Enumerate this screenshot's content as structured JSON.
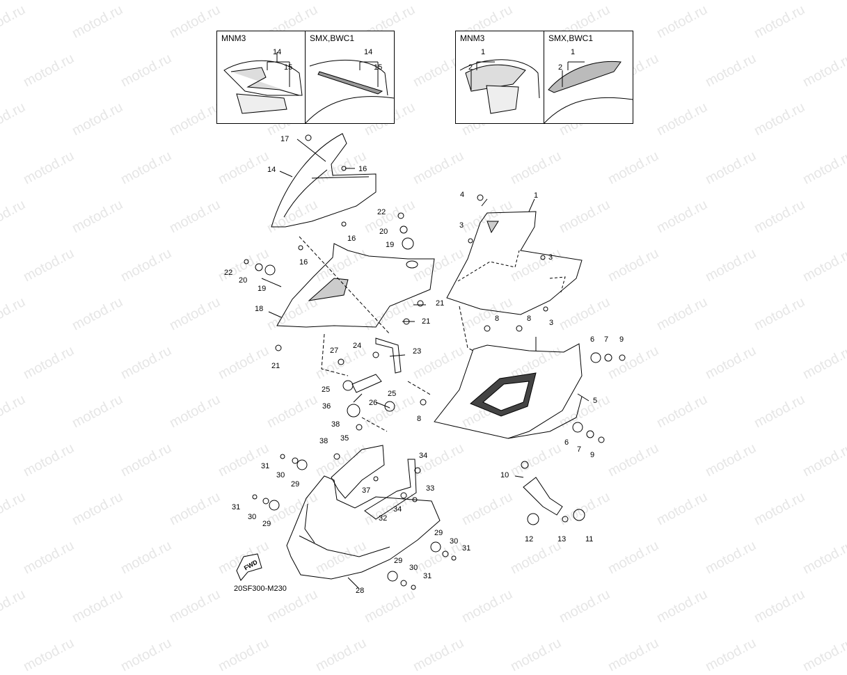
{
  "watermark": "motod.ru",
  "diagram_code": "20SF300-M230",
  "fwd_label": "FWD",
  "insets": [
    {
      "left": "MNM3",
      "right": "SMX,BWC1",
      "labels": [
        "14",
        "15",
        "14",
        "15"
      ]
    },
    {
      "left": "MNM3",
      "right": "SMX,BWC1",
      "labels": [
        "1",
        "2",
        "1",
        "2"
      ]
    }
  ],
  "callouts": {
    "c1": "1",
    "c2": "2",
    "c3": "3",
    "c4": "4",
    "c5": "5",
    "c6": "6",
    "c7": "7",
    "c8": "8",
    "c9": "9",
    "c10": "10",
    "c11": "11",
    "c12": "12",
    "c13": "13",
    "c14": "14",
    "c15": "15",
    "c16": "16",
    "c17": "17",
    "c18": "18",
    "c19": "19",
    "c20": "20",
    "c21": "21",
    "c22": "22",
    "c23": "23",
    "c24": "24",
    "c25": "25",
    "c26": "26",
    "c27": "27",
    "c28": "28",
    "c29": "29",
    "c30": "30",
    "c31": "31",
    "c32": "32",
    "c33": "33",
    "c34": "34",
    "c35": "35",
    "c36": "36",
    "c37": "37",
    "c38": "38"
  },
  "colors": {
    "line": "#000000",
    "watermark": "#e6e6e6",
    "background": "#ffffff"
  }
}
